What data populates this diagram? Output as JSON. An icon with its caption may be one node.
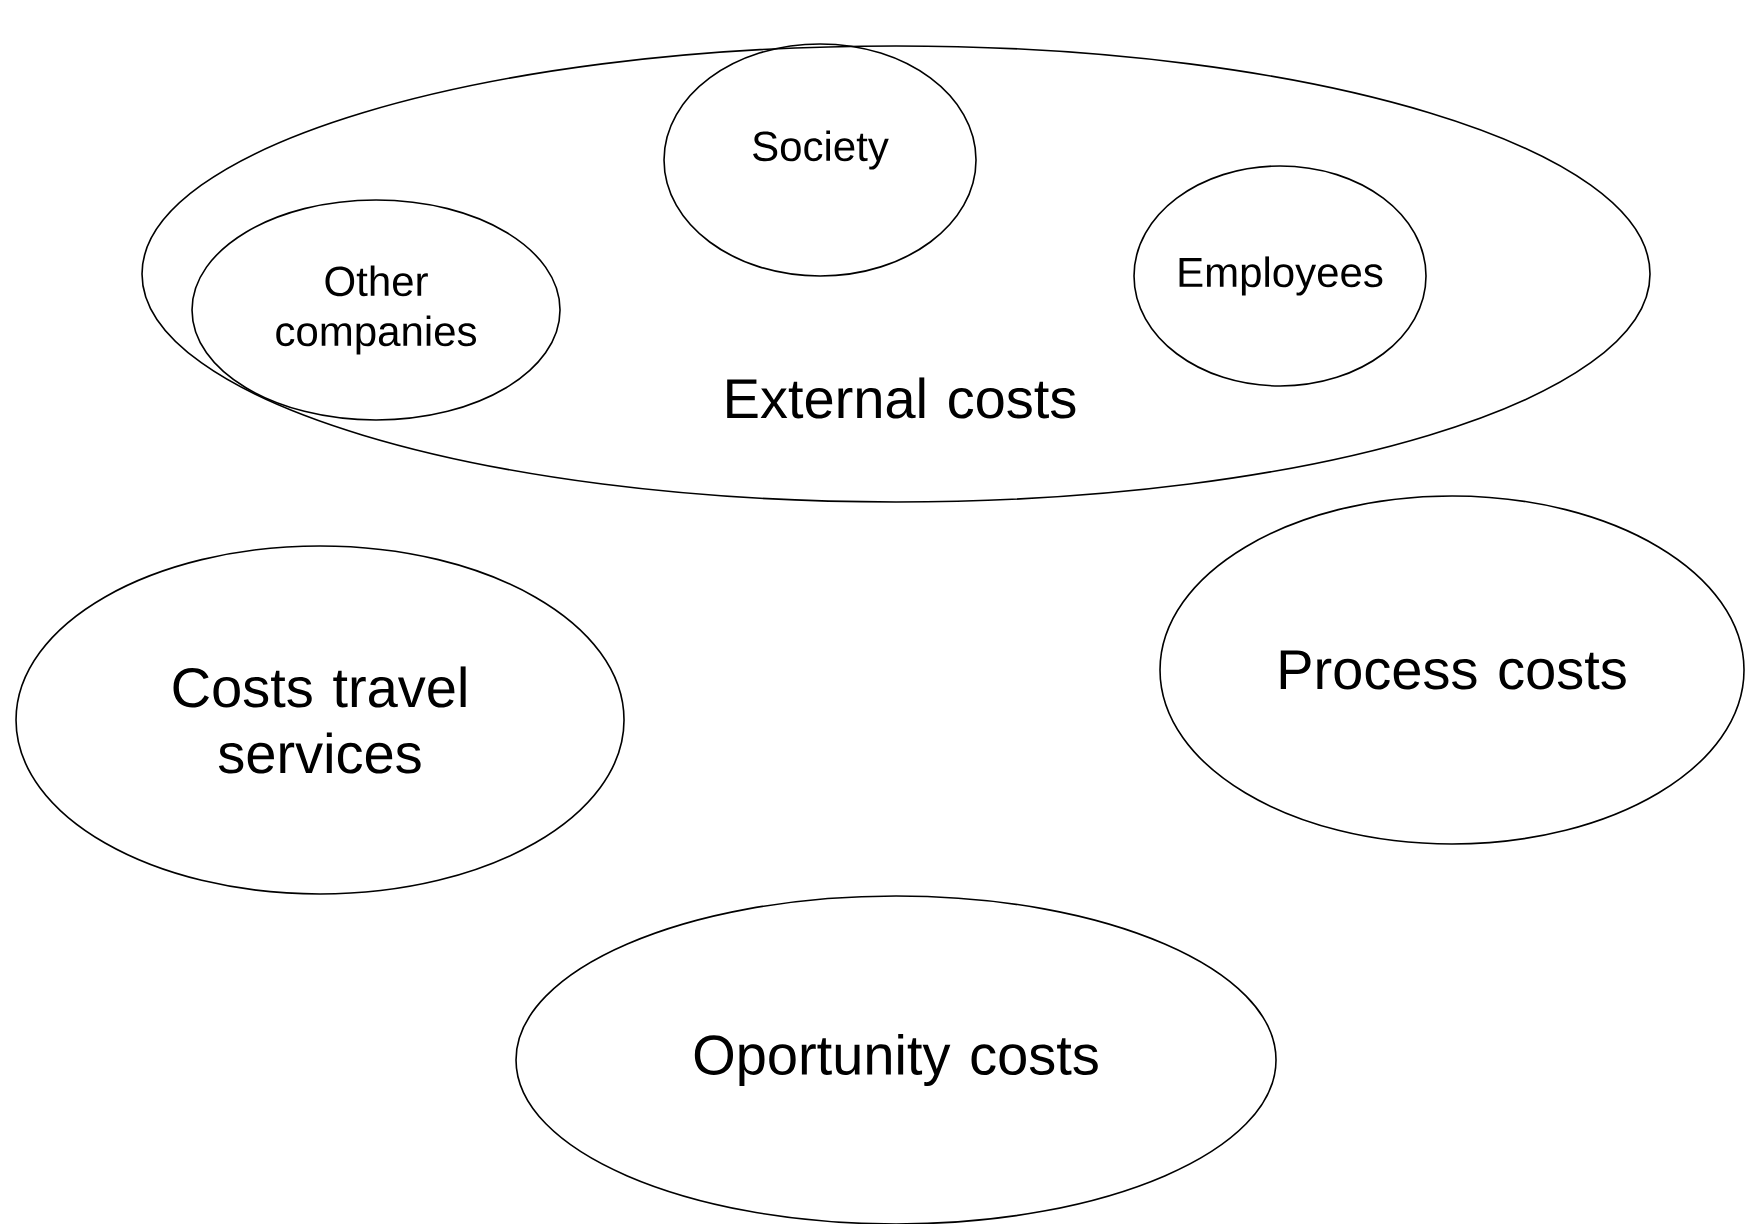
{
  "diagram": {
    "nodes": [
      {
        "text": [
          "External costs"
        ]
      },
      {
        "text": [
          "Other companies"
        ],
        "in": 0
      },
      {
        "text": [
          "Society"
        ],
        "in": 0
      },
      {
        "text": [
          "Employees"
        ],
        "in": 0
      },
      {
        "text": [
          "Costs travel services"
        ]
      },
      {
        "text": [
          "Process costs"
        ]
      },
      {
        "text": [
          "Oportunity costs"
        ]
      }
    ]
  }
}
